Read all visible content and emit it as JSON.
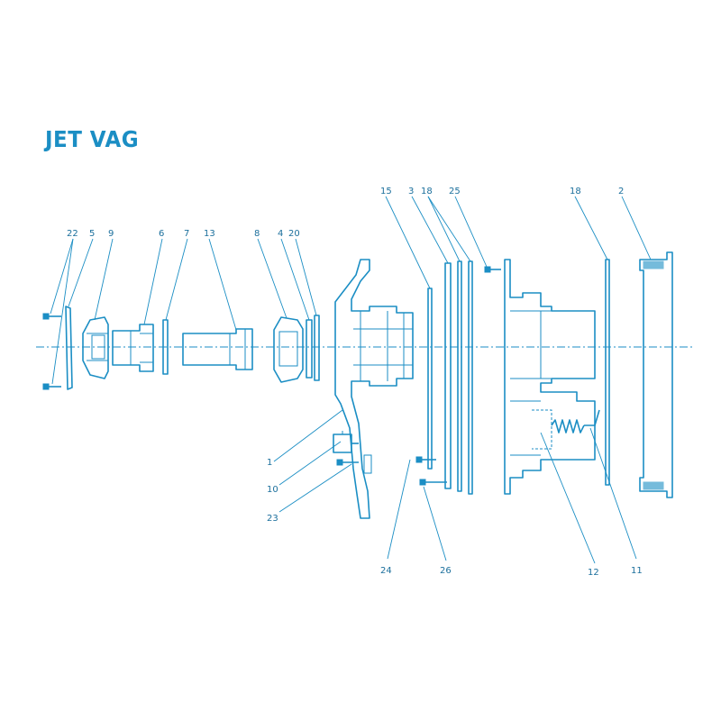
{
  "title": "JET VAG",
  "colors": {
    "line": "#1b8ec4",
    "label": "#1b6f9c",
    "background": "#ffffff"
  },
  "callouts": [
    "22",
    "5",
    "9",
    "6",
    "7",
    "13",
    "8",
    "4",
    "20",
    "15",
    "3",
    "18",
    "25",
    "18",
    "2",
    "1",
    "10",
    "23",
    "24",
    "26",
    "12",
    "11"
  ]
}
